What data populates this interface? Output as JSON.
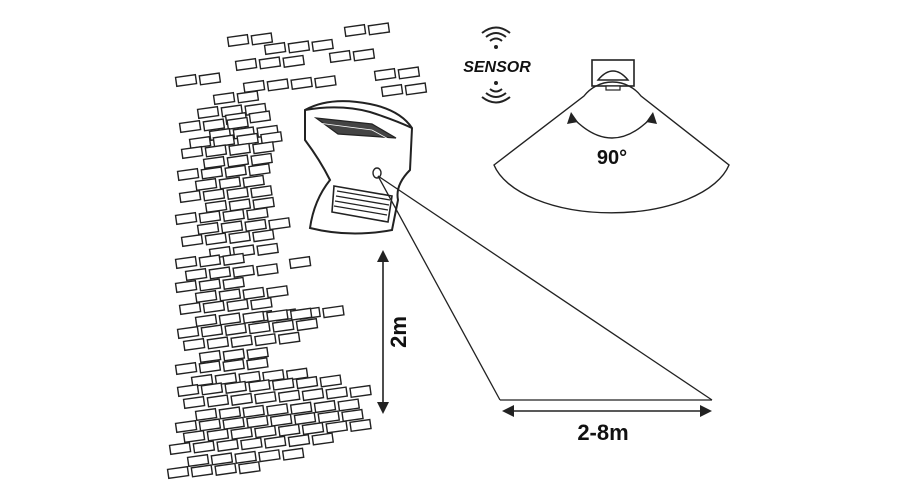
{
  "sensor_label": "SENSOR",
  "angle_label": "90°",
  "height_label": "2m",
  "range_label": "2-8m",
  "colors": {
    "ink": "#222222",
    "background": "#ffffff"
  },
  "icons": [
    "brick-wall",
    "solar-wall-lamp",
    "wave-signal-icon",
    "motion-sensor-icon"
  ]
}
